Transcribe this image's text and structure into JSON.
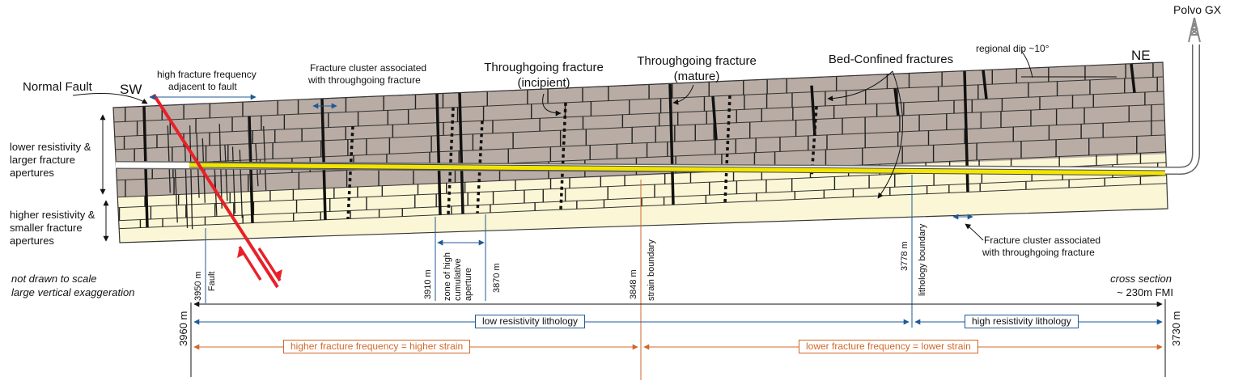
{
  "title": "",
  "well": {
    "name": "Polvo GX",
    "icon": "derrick-icon"
  },
  "orientation": {
    "left": "SW",
    "right": "NE"
  },
  "annotations": {
    "normal_fault": "Normal Fault",
    "high_freq": [
      "high fracture frequency",
      "adjacent to fault"
    ],
    "cluster_top": [
      "Fracture cluster associated",
      "with throughgoing fracture"
    ],
    "through_incipient": [
      "Throughgoing fracture",
      "(incipient)"
    ],
    "through_mature": [
      "Throughgoing fracture",
      "(mature)"
    ],
    "bed_confined": "Bed-Confined fractures",
    "regional_dip": "regional dip ~10°",
    "cluster_bottom": [
      "Fracture cluster associated",
      "with throughgoing fracture"
    ],
    "lower_res": [
      "lower resistivity &",
      "larger fracture",
      "apertures"
    ],
    "higher_res": [
      "higher resistivity &",
      "smaller fracture",
      "apertures"
    ],
    "not_to_scale": [
      "not drawn to scale",
      "large vertical exaggeration"
    ],
    "cross_section": [
      "cross section",
      "~ 230m FMI"
    ]
  },
  "depth_markers": {
    "fault": {
      "depth": "3950 m",
      "label": "Fault"
    },
    "zone_top": "3910 m",
    "zone_label": [
      "zone of high",
      "cumulative",
      "aperture"
    ],
    "zone_bottom": "3870 m",
    "strain": {
      "depth": "3848 m",
      "label": "strain boundary"
    },
    "lithology": {
      "depth": "3778 m",
      "label": "lithology boundary"
    },
    "start": "3960 m",
    "end": "3730 m"
  },
  "intervals": {
    "low_res": "low resistivity lithology",
    "high_res": "high resistivity lithology",
    "higher_freq": "higher fracture frequency = higher strain",
    "lower_freq": "lower fracture frequency = lower strain"
  },
  "colors": {
    "upper_unit": "#b8aca4",
    "lower_unit": "#fbf7d6",
    "wellbore": "#f2e600",
    "fault": "#e8202a",
    "blue": "#1f5a96",
    "orange": "#d0682a"
  }
}
